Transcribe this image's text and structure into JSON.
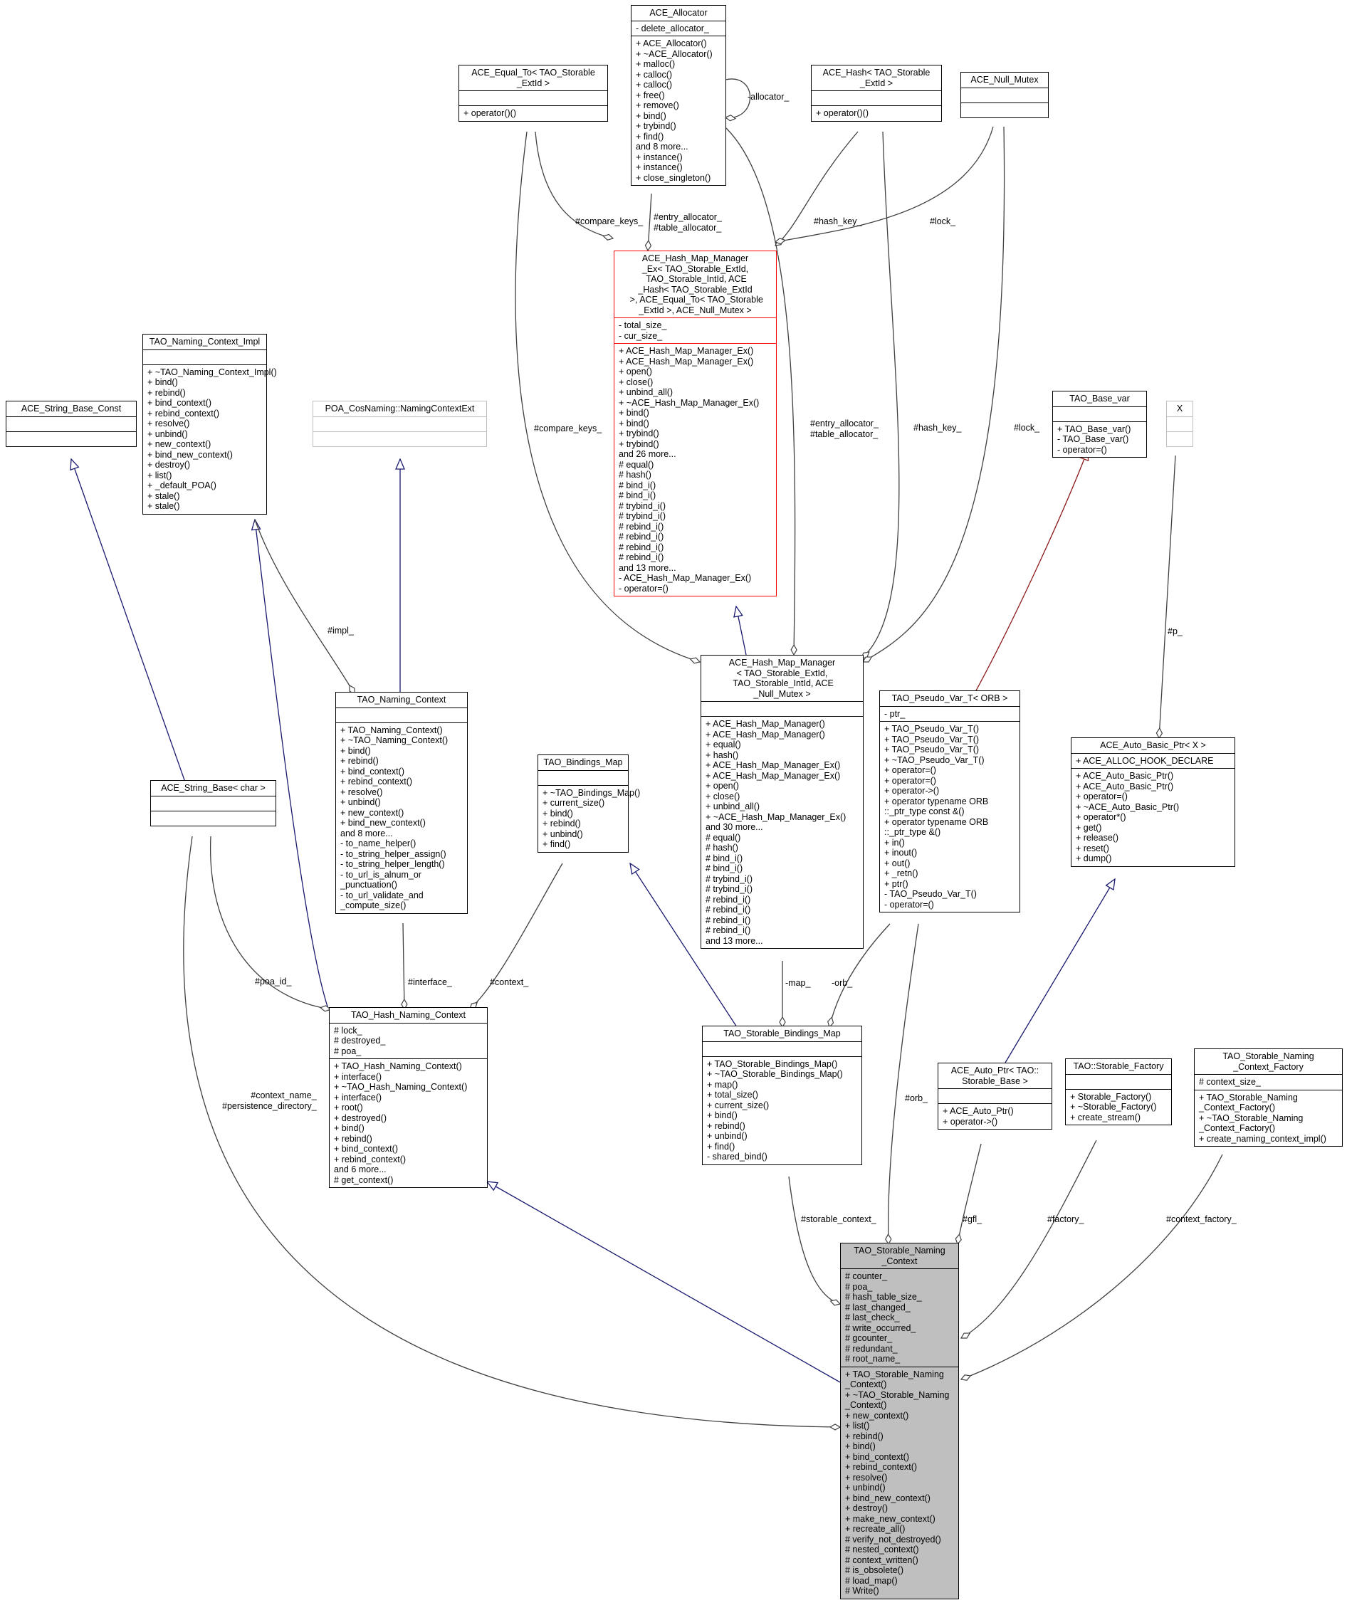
{
  "colors": {
    "generalization": "#191970",
    "template": "#8b1a1a",
    "usage": "#404040",
    "highlight_fill": "#bfbfbf"
  },
  "nodes": [
    {
      "id": "ace_allocator",
      "title": "ACE_Allocator",
      "sections": [
        [
          "- delete_allocator_"
        ],
        [
          "+ ACE_Allocator()",
          "+ ~ACE_Allocator()",
          "+ malloc()",
          "+ calloc()",
          "+ calloc()",
          "+ free()",
          "+ remove()",
          "+ bind()",
          "+ trybind()",
          "+ find()",
          "and 8 more...",
          "+ instance()",
          "+ instance()",
          "+ close_singleton()"
        ]
      ]
    },
    {
      "id": "ace_equal_to",
      "title": "ACE_Equal_To< TAO_Storable\n_ExtId >",
      "sections": [
        [],
        [
          "+ operator()()"
        ]
      ]
    },
    {
      "id": "ace_hash",
      "title": "ACE_Hash< TAO_Storable\n_ExtId >",
      "sections": [
        [],
        [
          "+ operator()()"
        ]
      ]
    },
    {
      "id": "ace_null_mutex",
      "title": "ACE_Null_Mutex",
      "sections": [
        [],
        []
      ]
    },
    {
      "id": "hash_map_manager_ex",
      "title": "ACE_Hash_Map_Manager\n_Ex< TAO_Storable_ExtId,\n TAO_Storable_IntId, ACE\n_Hash< TAO_Storable_ExtId\n >, ACE_Equal_To< TAO_Storable\n_ExtId >, ACE_Null_Mutex >",
      "sections": [
        [
          "- total_size_",
          "- cur_size_"
        ],
        [
          "+ ACE_Hash_Map_Manager_Ex()",
          "+ ACE_Hash_Map_Manager_Ex()",
          "+ open()",
          "+ close()",
          "+ unbind_all()",
          "+ ~ACE_Hash_Map_Manager_Ex()",
          "+ bind()",
          "+ bind()",
          "+ trybind()",
          "+ trybind()",
          "and 26 more...",
          "# equal()",
          "# hash()",
          "# bind_i()",
          "# bind_i()",
          "# trybind_i()",
          "# trybind_i()",
          "# rebind_i()",
          "# rebind_i()",
          "# rebind_i()",
          "# rebind_i()",
          "and 13 more...",
          "- ACE_Hash_Map_Manager_Ex()",
          "- operator=()"
        ]
      ]
    },
    {
      "id": "naming_context_impl",
      "title": "TAO_Naming_Context_Impl",
      "sections": [
        [],
        [
          "+ ~TAO_Naming_Context_Impl()",
          "+ bind()",
          "+ rebind()",
          "+ bind_context()",
          "+ rebind_context()",
          "+ resolve()",
          "+ unbind()",
          "+ new_context()",
          "+ bind_new_context()",
          "+ destroy()",
          "+ list()",
          "+ _default_POA()",
          "+ stale()",
          "+ stale()"
        ]
      ]
    },
    {
      "id": "ace_string_base_const",
      "title": "ACE_String_Base_Const",
      "sections": [
        [],
        []
      ]
    },
    {
      "id": "poa_naming",
      "title": "POA_CosNaming::NamingContextExt",
      "sections": [
        [],
        []
      ]
    },
    {
      "id": "tao_base_var",
      "title": "TAO_Base_var",
      "sections": [
        [],
        [
          "+ TAO_Base_var()",
          "- TAO_Base_var()",
          "- operator=()"
        ]
      ]
    },
    {
      "id": "x_param",
      "title": "X",
      "sections": [
        [],
        []
      ]
    },
    {
      "id": "hash_map_manager",
      "title": "ACE_Hash_Map_Manager\n< TAO_Storable_ExtId,\n TAO_Storable_IntId, ACE\n_Null_Mutex >",
      "sections": [
        [],
        [
          "+ ACE_Hash_Map_Manager()",
          "+ ACE_Hash_Map_Manager()",
          "+ equal()",
          "+ hash()",
          "+ ACE_Hash_Map_Manager_Ex()",
          "+ ACE_Hash_Map_Manager_Ex()",
          "+ open()",
          "+ close()",
          "+ unbind_all()",
          "+ ~ACE_Hash_Map_Manager_Ex()",
          "and 30 more...",
          "# equal()",
          "# hash()",
          "# bind_i()",
          "# bind_i()",
          "# trybind_i()",
          "# trybind_i()",
          "# rebind_i()",
          "# rebind_i()",
          "# rebind_i()",
          "# rebind_i()",
          "and 13 more..."
        ]
      ]
    },
    {
      "id": "pseudo_var",
      "title": "TAO_Pseudo_Var_T< ORB >",
      "sections": [
        [
          "- ptr_"
        ],
        [
          "+ TAO_Pseudo_Var_T()",
          "+ TAO_Pseudo_Var_T()",
          "+ TAO_Pseudo_Var_T()",
          "+ ~TAO_Pseudo_Var_T()",
          "+ operator=()",
          "+ operator=()",
          "+ operator->()",
          "+ operator typename ORB",
          "::_ptr_type const &()",
          "+ operator typename ORB",
          "::_ptr_type &()",
          "+ in()",
          "+ inout()",
          "+ out()",
          "+ _retn()",
          "+ ptr()",
          "- TAO_Pseudo_Var_T()",
          "- operator=()"
        ]
      ]
    },
    {
      "id": "naming_context",
      "title": "TAO_Naming_Context",
      "sections": [
        [],
        [
          "+ TAO_Naming_Context()",
          "+ ~TAO_Naming_Context()",
          "+ bind()",
          "+ rebind()",
          "+ bind_context()",
          "+ rebind_context()",
          "+ resolve()",
          "+ unbind()",
          "+ new_context()",
          "+ bind_new_context()",
          "and 8 more...",
          "- to_name_helper()",
          "- to_string_helper_assign()",
          "- to_string_helper_length()",
          "- to_url_is_alnum_or",
          "_punctuation()",
          "- to_url_validate_and",
          "_compute_size()"
        ]
      ]
    },
    {
      "id": "ace_auto_basic_ptr",
      "title": "ACE_Auto_Basic_Ptr< X >",
      "sections": [
        [
          "+ ACE_ALLOC_HOOK_DECLARE"
        ],
        [
          "+ ACE_Auto_Basic_Ptr()",
          "+ ACE_Auto_Basic_Ptr()",
          "+ operator=()",
          "+ ~ACE_Auto_Basic_Ptr()",
          "+ operator*()",
          "+ get()",
          "+ release()",
          "+ reset()",
          "+ dump()"
        ]
      ]
    },
    {
      "id": "bindings_map",
      "title": "TAO_Bindings_Map",
      "sections": [
        [],
        [
          "+ ~TAO_Bindings_Map()",
          "+ current_size()",
          "+ bind()",
          "+ rebind()",
          "+ unbind()",
          "+ find()"
        ]
      ]
    },
    {
      "id": "string_base",
      "title": "ACE_String_Base< char >",
      "sections": [
        [],
        []
      ]
    },
    {
      "id": "hash_naming_context",
      "title": "TAO_Hash_Naming_Context",
      "sections": [
        [
          "# lock_",
          "# destroyed_",
          "# poa_"
        ],
        [
          "+ TAO_Hash_Naming_Context()",
          "+ interface()",
          "+ ~TAO_Hash_Naming_Context()",
          "+ interface()",
          "+ root()",
          "+ destroyed()",
          "+ bind()",
          "+ rebind()",
          "+ bind_context()",
          "+ rebind_context()",
          "and 6 more...",
          "# get_context()"
        ]
      ]
    },
    {
      "id": "storable_bindings_map",
      "title": "TAO_Storable_Bindings_Map",
      "sections": [
        [],
        [
          "+ TAO_Storable_Bindings_Map()",
          "+ ~TAO_Storable_Bindings_Map()",
          "+ map()",
          "+ total_size()",
          "+ current_size()",
          "+ bind()",
          "+ rebind()",
          "+ unbind()",
          "+ find()",
          "- shared_bind()"
        ]
      ]
    },
    {
      "id": "ace_auto_ptr",
      "title": "ACE_Auto_Ptr< TAO::\nStorable_Base >",
      "sections": [
        [],
        [
          "+ ACE_Auto_Ptr()",
          "+ operator->()"
        ]
      ]
    },
    {
      "id": "storable_factory",
      "title": "TAO::Storable_Factory",
      "sections": [
        [],
        [
          "+ Storable_Factory()",
          "+ ~Storable_Factory()",
          "+ create_stream()"
        ]
      ]
    },
    {
      "id": "storable_nc_factory",
      "title": "TAO_Storable_Naming\n_Context_Factory",
      "sections": [
        [
          "# context_size_"
        ],
        [
          "+ TAO_Storable_Naming",
          "_Context_Factory()",
          "+ ~TAO_Storable_Naming",
          "_Context_Factory()",
          "+ create_naming_context_impl()"
        ]
      ]
    },
    {
      "id": "storable_naming_context",
      "title": "TAO_Storable_Naming\n_Context",
      "sections": [
        [
          "# counter_",
          "# poa_",
          "# hash_table_size_",
          "# last_changed_",
          "# last_check_",
          "# write_occurred_",
          "# gcounter_",
          "# redundant_",
          "# root_name_"
        ],
        [
          "+ TAO_Storable_Naming",
          "_Context()",
          "+ ~TAO_Storable_Naming",
          "_Context()",
          "+ new_context()",
          "+ list()",
          "+ rebind()",
          "+ bind()",
          "+ bind_context()",
          "+ rebind_context()",
          "+ resolve()",
          "+ unbind()",
          "+ bind_new_context()",
          "+ destroy()",
          "+ make_new_context()",
          "+ recreate_all()",
          "# verify_not_destroyed()",
          "# nested_context()",
          "# context_written()",
          "# is_obsolete()",
          "# load_map()",
          "# Write()"
        ]
      ]
    }
  ],
  "edge_labels": {
    "allocator": "-allocator_",
    "entry_allocator_top": "#entry_allocator_\n#table_allocator_",
    "compare_keys_top": "#compare_keys_",
    "hash_key_top": "#hash_key_",
    "lock_top": "#lock_",
    "compare_keys_mid": "#compare_keys_",
    "entry_allocator_mid": "#entry_allocator_\n#table_allocator_",
    "hash_key_mid": "#hash_key_",
    "lock_mid": "#lock_",
    "p": "#p_",
    "impl": "#impl_",
    "poa_id": "#poa_id_",
    "interface": "#interface_",
    "context": "#context_",
    "map": "-map_",
    "orb_mid": "-orb_",
    "context_name": "#context_name_\n#persistence_directory_",
    "orb": "#orb_",
    "storable_context": "#storable_context_",
    "gfl": "#gfl_",
    "factory": "#factory_",
    "context_factory": "#context_factory_"
  }
}
